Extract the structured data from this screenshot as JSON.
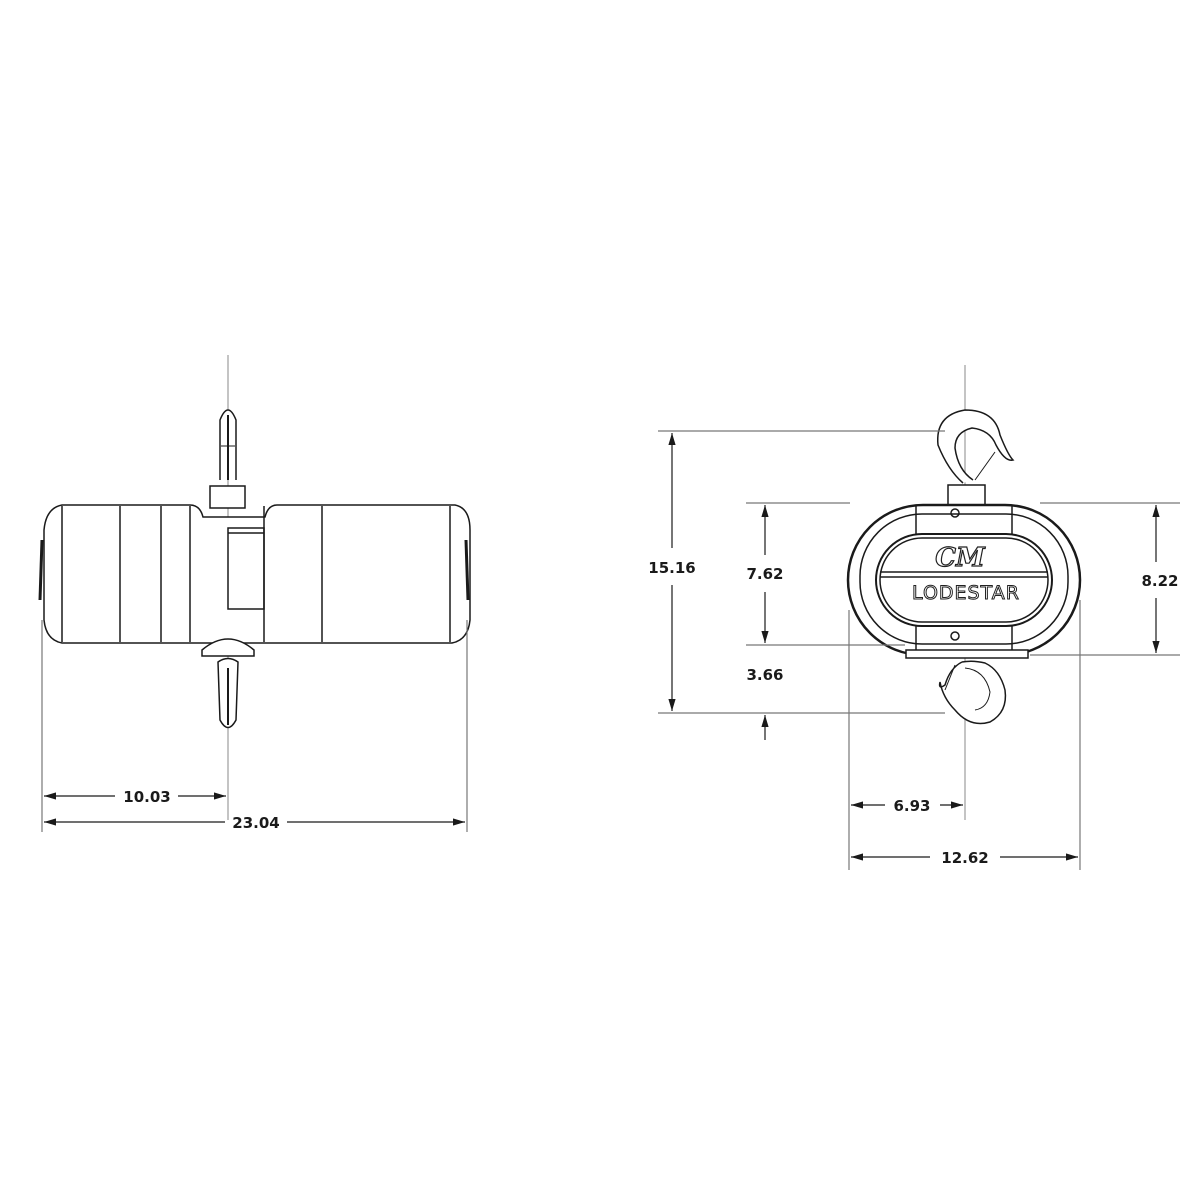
{
  "drawing": {
    "title": "Electric chain hoist dimensional drawing",
    "brand_logo": "CM",
    "model_name": "LODESTAR",
    "line_color": "#1a1a1a",
    "guide_color": "#888888"
  },
  "side_view": {
    "dimensions": {
      "hook_center_from_left": "10.03",
      "overall_length": "23.04"
    }
  },
  "front_view": {
    "dimensions": {
      "overall_height": "15.16",
      "body_height_lower": "7.62",
      "bottom_hook_drop": "3.66",
      "body_height": "8.22",
      "hook_center_from_left": "6.93",
      "overall_width": "12.62"
    }
  }
}
